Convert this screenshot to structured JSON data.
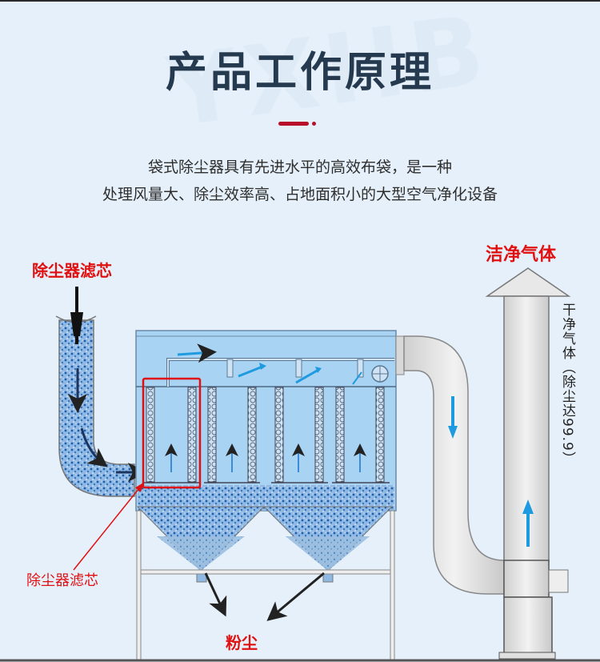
{
  "header": {
    "title": "产品工作原理",
    "accent_color": "#b8102a"
  },
  "description": {
    "line1": "袋式除尘器具有先进水平的高效布袋，是一种",
    "line2": "处理风量大、除尘效率高、占地面积小的大型空气净化设备"
  },
  "diagram": {
    "labels": {
      "inlet_filter": "除尘器滤芯",
      "filter_pointer": "除尘器滤芯",
      "clean_gas": "洁净气体",
      "clean_gas_note": "干净气体（除尘达99.9）",
      "dust": "粉尘"
    },
    "colors": {
      "label_red": "#e01010",
      "flow_arrow_blue": "#1e9be0",
      "housing_blue": "#a9d3f3",
      "dust_blue": "#2a68b8",
      "duct_gray": "#dcdcdc"
    },
    "watermark": "YXHB"
  }
}
